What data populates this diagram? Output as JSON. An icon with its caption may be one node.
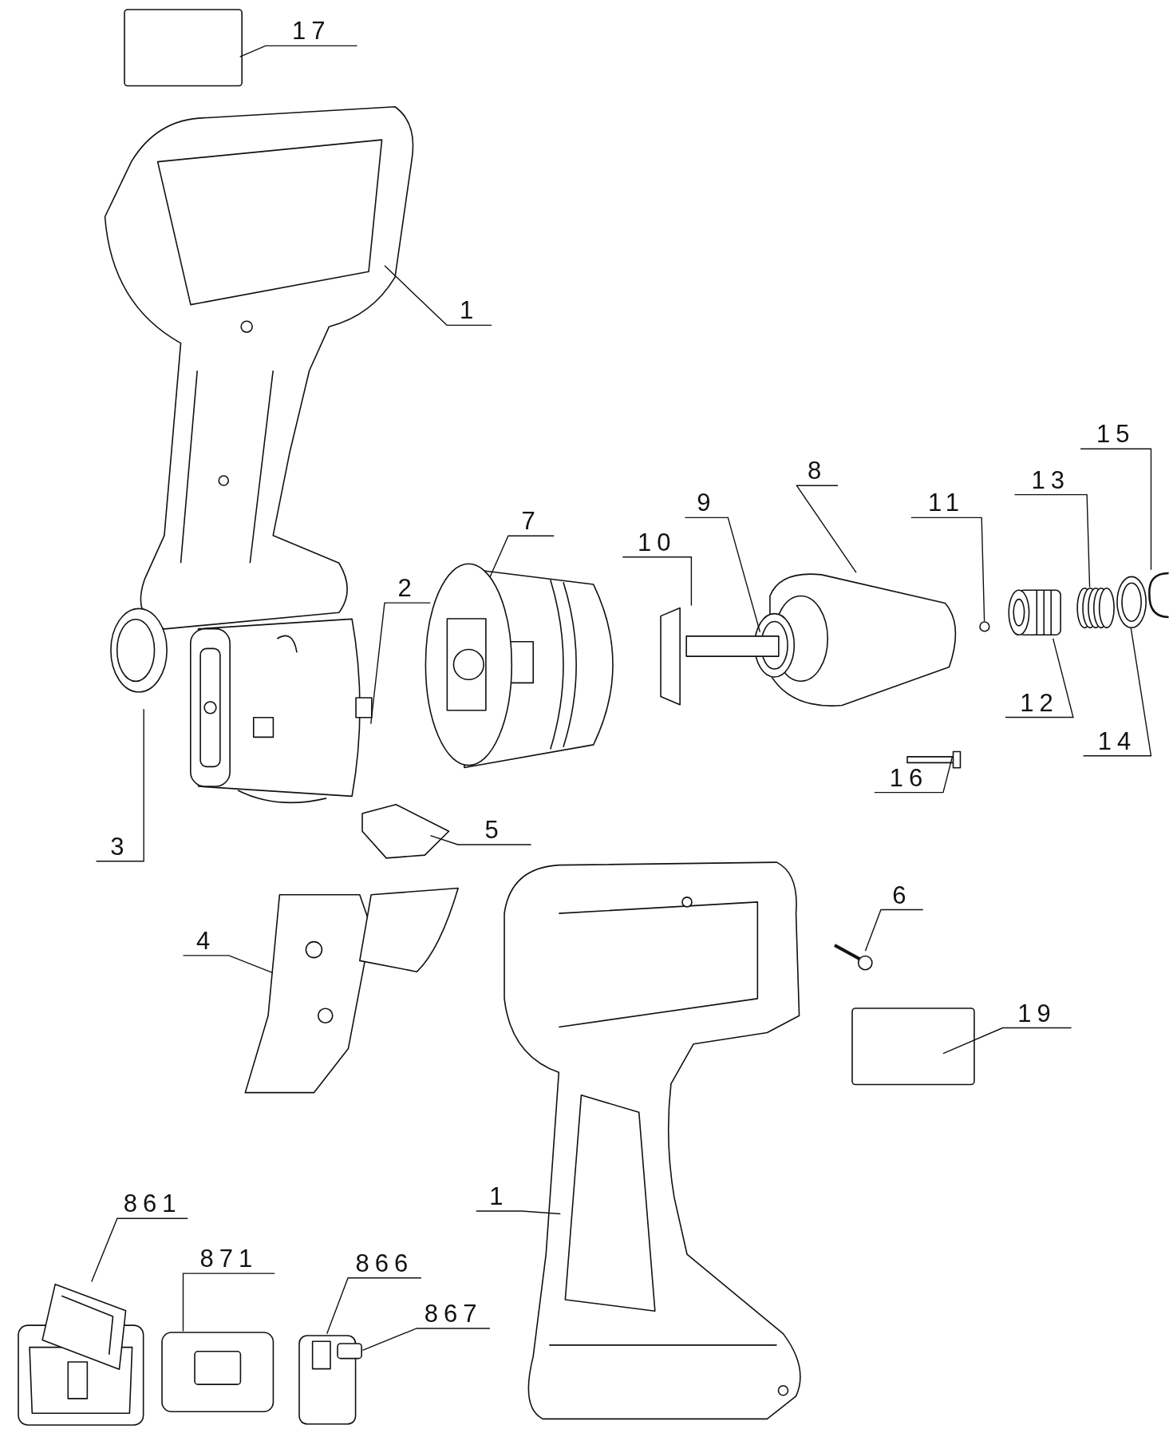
{
  "diagram": {
    "nodes": [
      {
        "text": [
          "17"
        ]
      },
      {
        "text": [
          "1"
        ]
      },
      {
        "text": [
          "15"
        ]
      },
      {
        "text": [
          "13"
        ]
      },
      {
        "text": [
          "8"
        ]
      },
      {
        "text": [
          "9"
        ]
      },
      {
        "text": [
          "11"
        ]
      },
      {
        "text": [
          "7"
        ]
      },
      {
        "text": [
          "10"
        ]
      },
      {
        "text": [
          "2"
        ]
      },
      {
        "text": [
          "12"
        ]
      },
      {
        "text": [
          "14"
        ]
      },
      {
        "text": [
          "16"
        ]
      },
      {
        "text": [
          "5"
        ]
      },
      {
        "text": [
          "3"
        ]
      },
      {
        "text": [
          "6"
        ]
      },
      {
        "text": [
          "4"
        ]
      },
      {
        "text": [
          "19"
        ]
      },
      {
        "text": [
          "1"
        ]
      },
      {
        "text": [
          "861"
        ]
      },
      {
        "text": [
          "871"
        ]
      },
      {
        "text": [
          "866"
        ]
      },
      {
        "text": [
          "867"
        ]
      },
      {
        "text": [],
        "shape": "box"
      },
      {
        "text": [],
        "shape": "picture"
      },
      {
        "text": [],
        "shape": "picture"
      },
      {
        "text": [],
        "shape": "picture"
      },
      {
        "text": [],
        "shape": "picture"
      },
      {
        "text": [],
        "shape": "picture"
      },
      {
        "text": [],
        "shape": "circle"
      },
      {
        "text": [],
        "shape": "picture"
      },
      {
        "text": [],
        "shape": "picture"
      },
      {
        "text": [],
        "shape": "picture"
      },
      {
        "text": [],
        "shape": "picture"
      },
      {
        "text": [],
        "shape": "picture"
      },
      {
        "text": [],
        "shape": "picture"
      },
      {
        "text": [],
        "shape": "picture"
      },
      {
        "text": [],
        "shape": "picture"
      },
      {
        "text": [],
        "shape": "picture"
      },
      {
        "text": [],
        "shape": "picture"
      },
      {
        "text": [],
        "shape": "box"
      },
      {
        "text": [],
        "shape": "picture"
      },
      {
        "text": [],
        "shape": "picture"
      },
      {
        "text": [],
        "shape": "picture"
      },
      {
        "text": [],
        "shape": "picture"
      },
      {
        "text": [],
        "shape": "box"
      }
    ],
    "edges": [
      {
        "from": 0,
        "to": 23,
        "arrow": "none"
      },
      {
        "from": 1,
        "to": 24,
        "arrow": "none"
      },
      {
        "from": 2,
        "to": 25,
        "arrow": "none"
      },
      {
        "from": 3,
        "to": 26,
        "arrow": "none"
      },
      {
        "from": 4,
        "to": 27,
        "arrow": "none"
      },
      {
        "from": 5,
        "to": 28,
        "arrow": "none"
      },
      {
        "from": 6,
        "to": 29,
        "arrow": "none"
      },
      {
        "from": 7,
        "to": 30,
        "arrow": "none"
      },
      {
        "from": 8,
        "to": 31,
        "arrow": "none"
      },
      {
        "from": 9,
        "to": 32,
        "arrow": "none"
      },
      {
        "from": 10,
        "to": 33,
        "arrow": "none"
      },
      {
        "from": 11,
        "to": 34,
        "arrow": "none"
      },
      {
        "from": 12,
        "to": 35,
        "arrow": "none"
      },
      {
        "from": 13,
        "to": 36,
        "arrow": "none"
      },
      {
        "from": 14,
        "to": 37,
        "arrow": "none"
      },
      {
        "from": 15,
        "to": 38,
        "arrow": "none"
      },
      {
        "from": 16,
        "to": 39,
        "arrow": "none"
      },
      {
        "from": 17,
        "to": 40,
        "arrow": "none"
      },
      {
        "from": 18,
        "to": 41,
        "arrow": "none"
      },
      {
        "from": 19,
        "to": 42,
        "arrow": "none"
      },
      {
        "from": 20,
        "to": 43,
        "arrow": "none"
      },
      {
        "from": 21,
        "to": 44,
        "arrow": "none"
      },
      {
        "from": 22,
        "to": 45,
        "arrow": "none"
      }
    ]
  }
}
